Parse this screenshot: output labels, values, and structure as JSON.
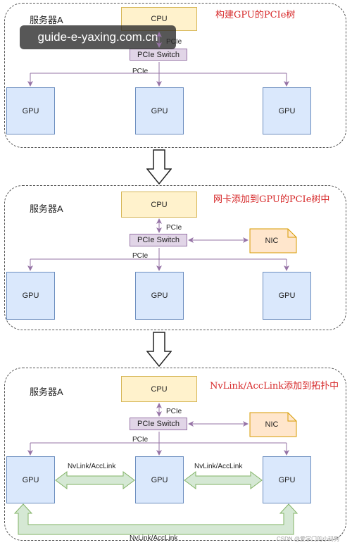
{
  "watermark": "guide-e-yaxing.com.cn",
  "credit": "CSDN @爱学门的小码狗",
  "panels": [
    {
      "server_label": "服务器A",
      "title": "构建GPU的PCIe树",
      "cpu": "CPU",
      "switch": "PCIe Switch",
      "pcie_top": "PCIe",
      "pcie_bus": "PCIe",
      "gpus": [
        "GPU",
        "GPU",
        "GPU"
      ]
    },
    {
      "server_label": "服务器A",
      "title": "网卡添加到GPU的PCIe树中",
      "cpu": "CPU",
      "switch": "PCIe Switch",
      "pcie_top": "PCIe",
      "pcie_bus": "PCIe",
      "nic": "NIC",
      "gpus": [
        "GPU",
        "GPU",
        "GPU"
      ]
    },
    {
      "server_label": "服务器A",
      "title": "NvLink/AccLink添加到拓扑中",
      "cpu": "CPU",
      "switch": "PCIe Switch",
      "pcie_top": "PCIe",
      "pcie_bus": "PCIe",
      "nic": "NIC",
      "gpus": [
        "GPU",
        "GPU",
        "GPU"
      ],
      "link_left": "NvLink/AccLink",
      "link_right": "NvLink/AccLink",
      "link_bottom": "NvLink/AccLink"
    }
  ],
  "colors": {
    "cpu_fill": "#fff2cc",
    "switch_fill": "#e1d5e7",
    "gpu_fill": "#dae8fc",
    "nic_fill": "#ffe6cc",
    "link_arrow_fill": "#d5e8d4",
    "connector": "#9673a6",
    "title": "#d62728"
  }
}
